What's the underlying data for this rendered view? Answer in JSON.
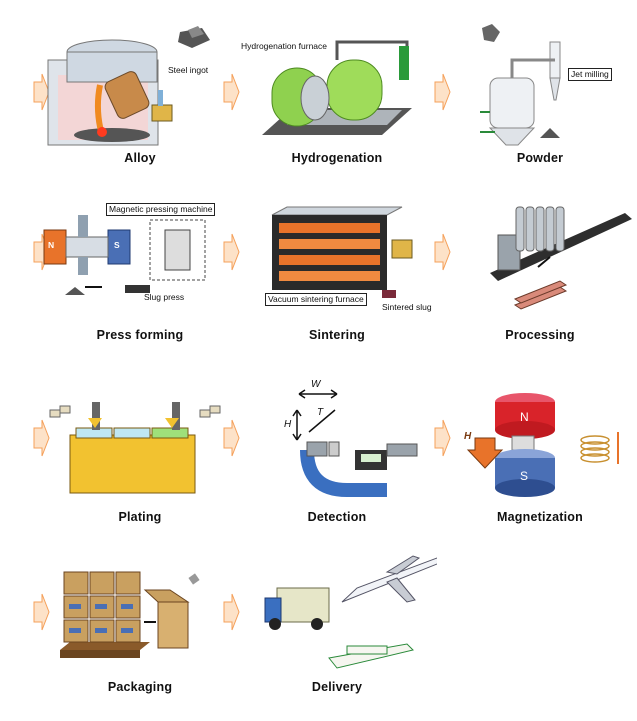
{
  "steps": [
    {
      "label": "Alloy",
      "icon": "alloy-furnace-icon",
      "annotations": [
        "Steel ingot"
      ]
    },
    {
      "label": "Hydrogenation",
      "icon": "hydrogenation-furnace-icon",
      "annotations": [
        "Hydrogenation furnace"
      ]
    },
    {
      "label": "Powder",
      "icon": "jet-mill-icon",
      "annotations": [
        "Jet milling"
      ]
    },
    {
      "label": "Press forming",
      "icon": "magnetic-press-icon",
      "annotations": [
        "Magnetic pressing machine",
        "Slug press",
        "N",
        "S"
      ]
    },
    {
      "label": "Sintering",
      "icon": "sintering-furnace-icon",
      "annotations": [
        "Vacuum sintering furnace",
        "Sintered slug"
      ]
    },
    {
      "label": "Processing",
      "icon": "cutting-machine-icon",
      "annotations": []
    },
    {
      "label": "Plating",
      "icon": "plating-tank-icon",
      "annotations": []
    },
    {
      "label": "Detection",
      "icon": "micrometer-icon",
      "annotations": [
        "W",
        "H",
        "T"
      ]
    },
    {
      "label": "Magnetization",
      "icon": "magnetizer-icon",
      "annotations": [
        "N",
        "S",
        "H"
      ]
    },
    {
      "label": "Packaging",
      "icon": "pallet-boxes-icon",
      "annotations": []
    },
    {
      "label": "Delivery",
      "icon": "truck-plane-ship-icon",
      "annotations": []
    }
  ],
  "colors": {
    "arrow": "#f5a05a",
    "arrow_light": "#fde2c8",
    "green": "#8fd14f",
    "orange": "#e8732a",
    "steel": "#9aa3ab",
    "yellow": "#f2c230",
    "red": "#d9232a",
    "blue": "#4a6fb5"
  }
}
